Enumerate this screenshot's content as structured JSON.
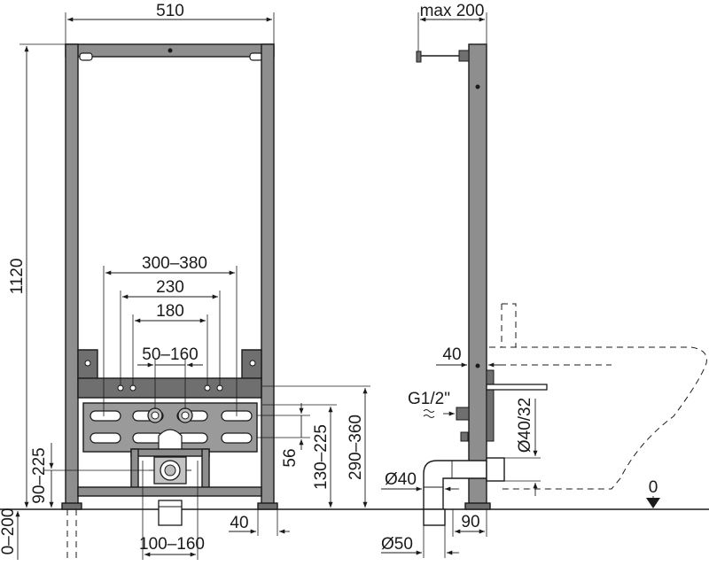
{
  "front": {
    "width_label": "510",
    "height_label": "1120",
    "bolt_span_outer": "300–380",
    "bolt_span_mid": "230",
    "bolt_span_inner": "180",
    "connection_span": "50–160",
    "drain_span": "100–160",
    "slot_spacing": "56",
    "connection_height": "130–225",
    "bolt_height": "290–360",
    "foot_offset": "40",
    "drain_height": "90–225",
    "leg_extension": "0–200"
  },
  "side": {
    "depth_label": "max 200",
    "offset_label": "40",
    "thread_label": "G1/2\"",
    "outlet_label": "Ø40/32",
    "pipe_label": "Ø40",
    "drain_pipe_label": "Ø50",
    "floor_offset_label": "90",
    "floor_level_label": "0"
  }
}
